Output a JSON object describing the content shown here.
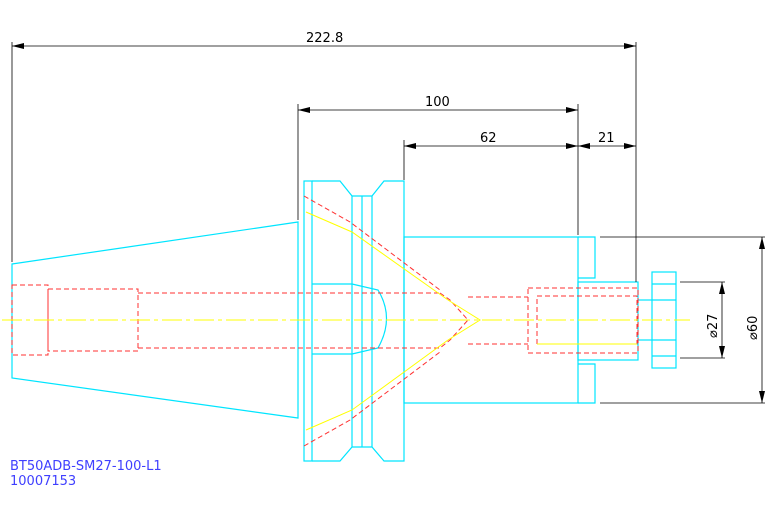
{
  "drawing": {
    "dimensions": {
      "overall_length": "222.8",
      "gauge_length": "100",
      "body_length": "62",
      "nose_length": "21",
      "inner_diameter": "⌀27",
      "outer_diameter": "⌀60"
    },
    "title_block": {
      "part_number": "BT50ADB-SM27-100-L1",
      "code": "10007153"
    },
    "colors": {
      "outline": "#00e5ff",
      "hidden": "#ff3030",
      "centerline": "#ffff00",
      "dimension": "#000000",
      "label": "#3f3fff"
    }
  }
}
